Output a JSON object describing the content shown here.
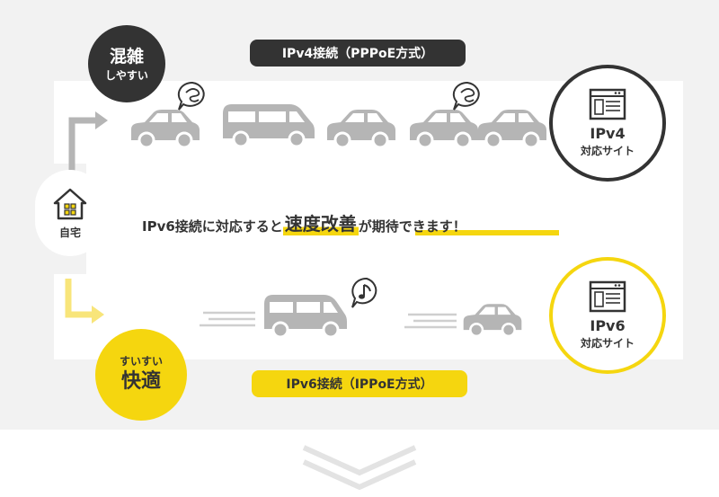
{
  "diagram": {
    "ipv4_connection_label": "IPv4接続（PPPoE方式）",
    "ipv6_connection_label": "IPv6接続（IPPoE方式）",
    "crowded_badge": {
      "main": "混雑",
      "sub": "しやすい"
    },
    "smooth_badge": {
      "sub": "すいすい",
      "main": "快適"
    },
    "home_label": "自宅",
    "ipv4_site": {
      "name": "IPv4",
      "sub": "対応サイト"
    },
    "ipv6_site": {
      "name": "IPv6",
      "sub": "対応サイト"
    },
    "message": {
      "before": "IPv6接続に対応すると",
      "highlight": "速度改善",
      "after": "が期待できます！"
    },
    "colors": {
      "accent_yellow": "#f5d60f",
      "dark": "#333333",
      "car_gray": "#b5b5b5",
      "panel_bg": "#f2f2f2"
    },
    "icons": [
      "house-icon",
      "browser-window-icon",
      "speech-bubble-icon",
      "music-note-icon",
      "chevron-down-icon",
      "arrow-icon",
      "car-icon",
      "van-icon",
      "speed-lines-icon"
    ]
  }
}
